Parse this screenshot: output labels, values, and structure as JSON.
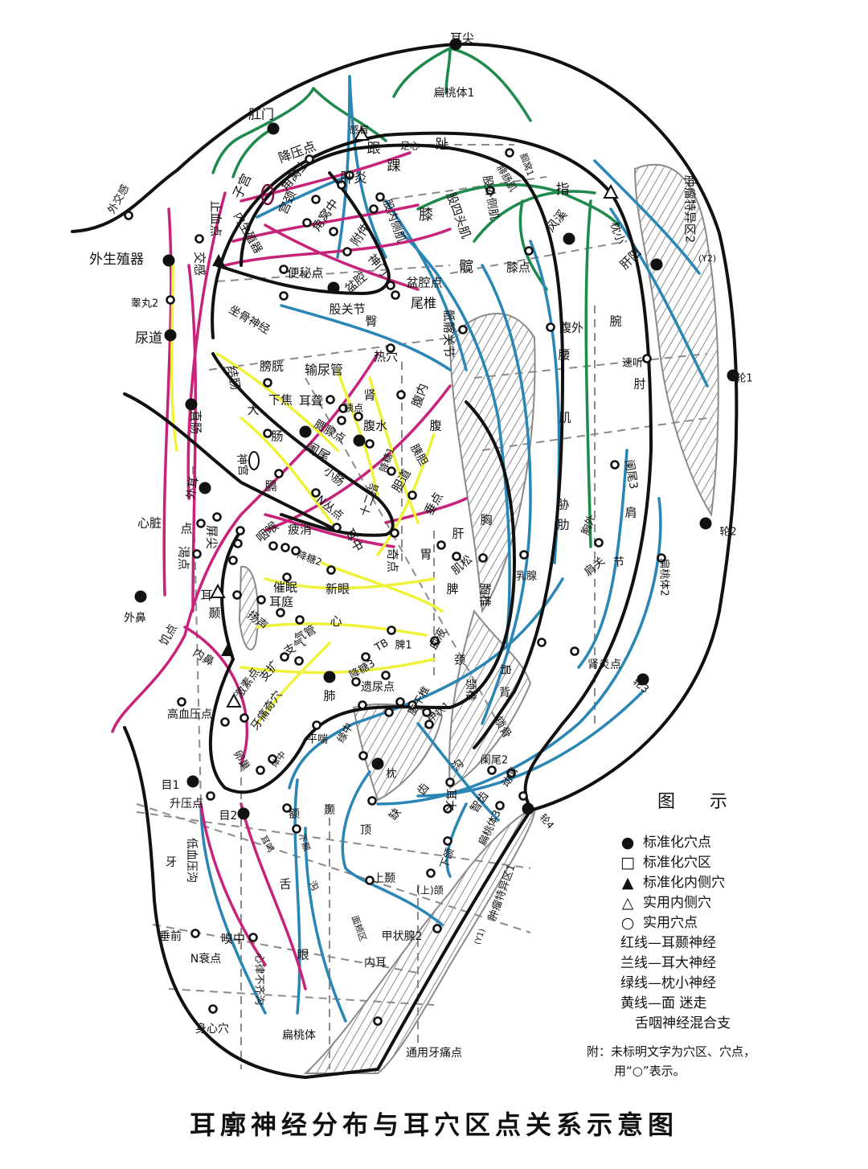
{
  "title": "耳廓神经分布与耳穴区点关系示意图",
  "colors": {
    "red": "#c8237a",
    "blue": "#2a86b4",
    "green": "#1e8a4c",
    "yellow": "#eef23a",
    "outline": "#111111",
    "hatch": "#8a8a8a"
  },
  "legend": {
    "heading": "图 示",
    "symbols": [
      {
        "icon": "filled-circle",
        "label": "标准化穴点"
      },
      {
        "icon": "open-square",
        "label": "标准化穴区"
      },
      {
        "icon": "filled-triangle",
        "label": "标准化内侧穴"
      },
      {
        "icon": "open-triangle",
        "label": "实用内侧穴"
      },
      {
        "icon": "open-circle",
        "label": "实用穴点"
      }
    ],
    "lines": [
      "红线—耳颞神经",
      "兰线—耳大神经",
      "绿线—枕小神经",
      "黄线—面  迷走",
      "舌咽神经混合支"
    ],
    "note_line1": "附：未标明文字为穴区、穴点，",
    "note_line2": "用“○”表示。"
  },
  "labels": [
    "耳尖",
    "扁桃体1",
    "肛门",
    "降压点",
    "感冒",
    "跟",
    "足心",
    "趾",
    "踝",
    "肝炎",
    "子宫",
    "角窝上",
    "外交感",
    "止血点",
    "交感",
    "宫颈",
    "内生殖器",
    "角窝中",
    "附件",
    "股内侧肌",
    "膝",
    "股四头肌",
    "股外侧肌",
    "腓肠肌",
    "腘窝1",
    "指",
    "风溪",
    "枕小",
    "肿瘤特异区2",
    "(Y2)",
    "外生殖器",
    "睾丸2",
    "尿道",
    "便秘点",
    "盆腔",
    "神门",
    "盆腔点",
    "尾椎",
    "股关节",
    "臀",
    "髋",
    "膝点",
    "肝阳",
    "腹外",
    "腕",
    "骶髂关节",
    "坐骨神经",
    "热穴",
    "膀胱",
    "输尿管",
    "结肠",
    "腰",
    "速听",
    "肘",
    "轮1",
    "肾",
    "下焦",
    "耳聋",
    "腹内",
    "大",
    "胰点",
    "腹水",
    "肌",
    "直肠",
    "腹",
    "肠",
    "腮腺点",
    "阑尾",
    "胰胆",
    "降糖1",
    "神宫",
    "小肠",
    "胆道",
    "阑尾3",
    "膈",
    "外耳",
    "十二指",
    "垂点",
    "N丛点",
    "肩",
    "心脏",
    "胁",
    "胸外",
    "肋",
    "胸",
    "咽喉",
    "疲消",
    "耳中",
    "肝",
    "轮2",
    "点",
    "屏尖",
    "渴点",
    "降糖2",
    "奇点",
    "胃",
    "肌松",
    "乳腺",
    "肩关",
    "节",
    "扁桃体2",
    "胸椎",
    "脾",
    "催眠",
    "新眼",
    "耳",
    "颞",
    "耳庭",
    "外鼻",
    "扬声",
    "气管",
    "心",
    "脾1",
    "TB",
    "血液",
    "饥点",
    "内鼻",
    "支气",
    "支扩",
    "颈",
    "肩",
    "背",
    "肾炎点",
    "轮3",
    "降糖3",
    "肺",
    "遗尿点",
    "颈椎",
    "激素点",
    "牙痛奇穴",
    "脑干椎",
    "甲状1",
    "高血压点",
    "锁骨",
    "平喘",
    "缘中",
    "卵巢",
    "体中",
    "阑尾2",
    "沟",
    "动情",
    "枕",
    "目1",
    "齿",
    "耳大",
    "智齿",
    "升压点",
    "扁桃体3",
    "轮4",
    "颞",
    "缺",
    "目2",
    "额",
    "下颞",
    "耳鸣",
    "牙",
    "低血压沟",
    "舌",
    "沟",
    "上颞",
    "(上)颌",
    "下颌",
    "肿瘤特异区1",
    "(Y1)",
    "面颊区",
    "甲状腺2",
    "垂前",
    "嗅中",
    "N衰点",
    "眼",
    "内耳",
    "心律不齐沟",
    "身心穴",
    "扁桃体",
    "通用牙痛点",
    "顶"
  ]
}
